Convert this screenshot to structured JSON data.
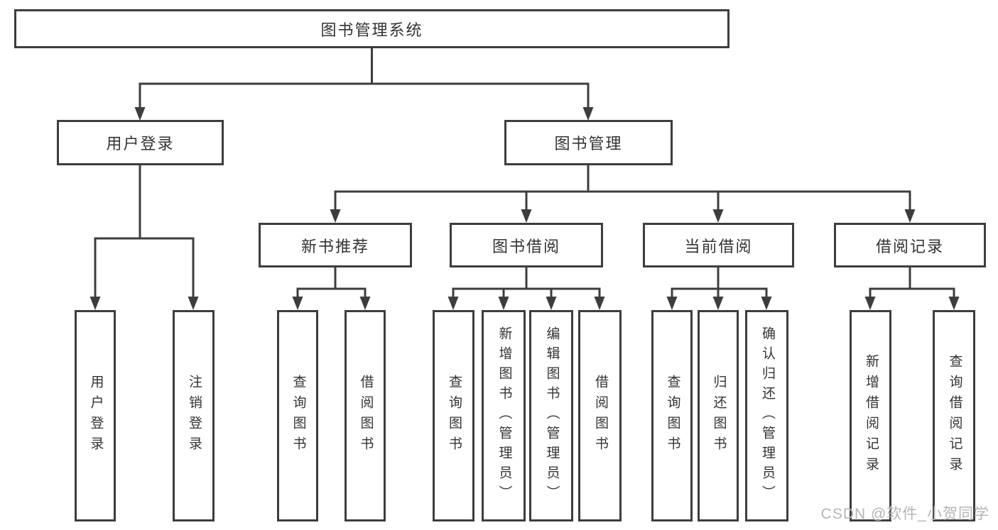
{
  "diagram": {
    "title": "图书管理系统",
    "root": {
      "label": "图书管理系统"
    },
    "level2": [
      {
        "label": "用户登录"
      },
      {
        "label": "图书管理"
      }
    ],
    "level3": [
      {
        "label": "新书推荐"
      },
      {
        "label": "图书借阅"
      },
      {
        "label": "当前借阅"
      },
      {
        "label": "借阅记录"
      }
    ],
    "leaves": {
      "user_login": [
        "用户登录",
        "注销登录"
      ],
      "new_rec": [
        "查询图书",
        "借阅图书"
      ],
      "borrow": [
        "查询图书",
        "新增图书（管理员）",
        "编辑图书（管理员）",
        "借阅图书"
      ],
      "current": [
        "查询图书",
        "归还图书",
        "确认归还（管理员）"
      ],
      "record": [
        "新增借阅记录",
        "查询借阅记录"
      ]
    }
  },
  "watermark": "CSDN @软件_小贺同学",
  "colors": {
    "line": "#3d3d3d",
    "text": "#333333",
    "watermark": "#b5b5b5",
    "background": "#ffffff"
  }
}
